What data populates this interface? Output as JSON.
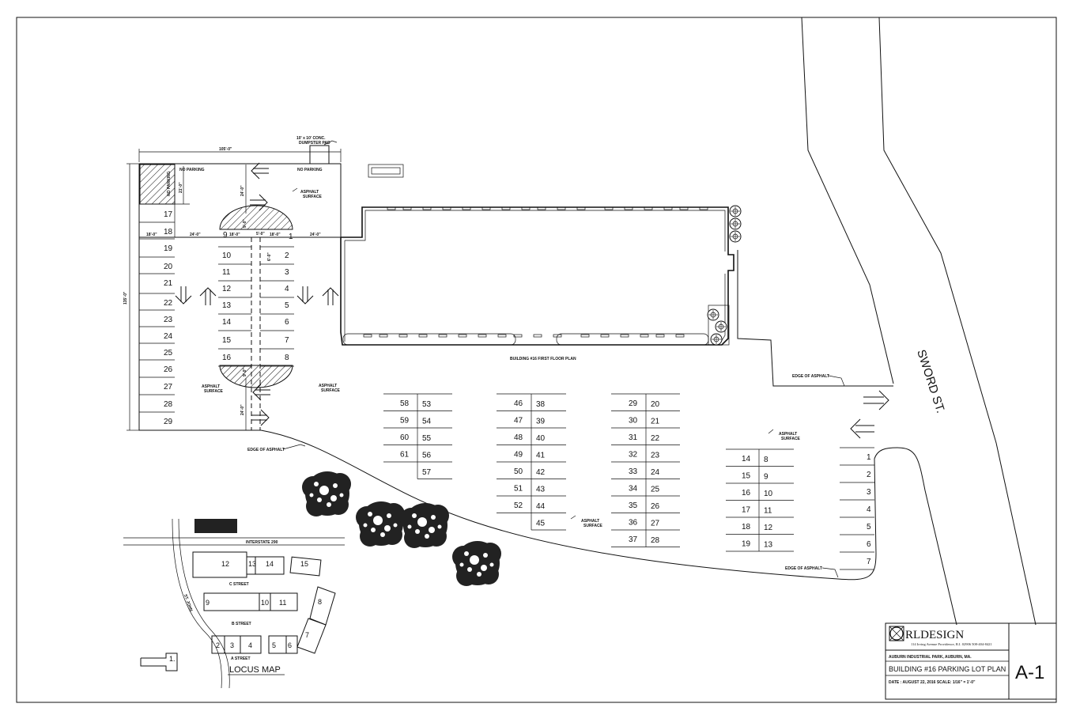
{
  "dims": {
    "overall_width": "105'-0\"",
    "overall_depth": "135'-0\"",
    "strip_21": "21'-0\"",
    "aisle_24_top": "24'-0\"",
    "aisle_24_bottom": "24'-0\"",
    "d18_left": "18'-0\"",
    "d24_left": "24'-0\"",
    "d18_mid": "18'-0\"",
    "d5": "5'-0\"",
    "d18_right": "18'-0\"",
    "d24_right": "24'-0\"",
    "d9_top": "9'-0\"",
    "d9_bottom": "9'-0\"",
    "d6": "6'-0\""
  },
  "labels": {
    "dumpster_pad_1": "10' x 10' CONC.",
    "dumpster_pad_2": "DUMPSTER PAD",
    "no_parking_left": "NO PARKING",
    "no_parking_right": "NO PARKING",
    "hatch_note": "NO PARKING",
    "asphalt_1a": "ASPHALT",
    "asphalt_1b": "SURFACE",
    "asphalt_2a": "ASPHALT",
    "asphalt_2b": "SURFACE",
    "asphalt_3a": "ASPHALT",
    "asphalt_3b": "SURFACE",
    "asphalt_4a": "ASPHALT",
    "asphalt_4b": "SURFACE",
    "asphalt_5a": "ASPHALT",
    "asphalt_5b": "SURFACE",
    "building_plan": "BUILDING #16 FIRST FLOOR PLAN",
    "edge_asphalt_1": "EDGE OF ASPHALT",
    "edge_asphalt_2": "EDGE OF ASPHALT",
    "edge_asphalt_3": "EDGE OF ASPHALT",
    "street": "SWORD ST."
  },
  "stalls": {
    "west_column": [
      "17",
      "18",
      "19",
      "20",
      "21",
      "22",
      "23",
      "24",
      "25",
      "26",
      "27",
      "28",
      "29"
    ],
    "island_left": [
      "10",
      "11",
      "12",
      "13",
      "14",
      "15",
      "16"
    ],
    "island_right": [
      "2",
      "3",
      "4",
      "5",
      "6",
      "7",
      "8"
    ],
    "island_top_left": "9",
    "island_top_right": "1",
    "row_a_left": [
      "58",
      "59",
      "60",
      "61"
    ],
    "row_a_right": [
      "53",
      "54",
      "55",
      "56",
      "57"
    ],
    "row_b_left": [
      "46",
      "47",
      "48",
      "49",
      "50",
      "51",
      "52"
    ],
    "row_b_right": [
      "38",
      "39",
      "40",
      "41",
      "42",
      "43",
      "44",
      "45"
    ],
    "row_c_left": [
      "29",
      "30",
      "31",
      "32",
      "33",
      "34",
      "35",
      "36",
      "37"
    ],
    "row_c_right": [
      "20",
      "21",
      "22",
      "23",
      "24",
      "25",
      "26",
      "27",
      "28"
    ],
    "row_d_left": [
      "14",
      "15",
      "16",
      "17",
      "18",
      "19"
    ],
    "row_d_right": [
      "8",
      "9",
      "10",
      "11",
      "12",
      "13"
    ],
    "row_e": [
      "1",
      "2",
      "3",
      "4",
      "5",
      "6",
      "7"
    ]
  },
  "locus": {
    "highway": "INTERSTATE 290",
    "c_street": "C STREET",
    "b_street": "B STREET",
    "a_street": "A STREET",
    "side_street": "ST. JOHN",
    "title": "LOCUS MAP",
    "lots": [
      "1.",
      "2",
      "3",
      "4",
      "5",
      "6",
      "7",
      "8",
      "9",
      "10",
      "11",
      "12",
      "13",
      "14",
      "15"
    ]
  },
  "title_block": {
    "firm": "RLDESIGN",
    "address": "114 Irving Avenue  Providence, R.I. 02906    508-404-8421",
    "project": "AUBURN INDUSTRIAL PARK, AUBURN, MA.",
    "sheet_title": "BUILDING #16  PARKING LOT PLAN",
    "date_scale": "DATE : AUGUST 22, 2016   SCALE: 1/16\" = 1'-0\"",
    "sheet_no": "A-1"
  }
}
